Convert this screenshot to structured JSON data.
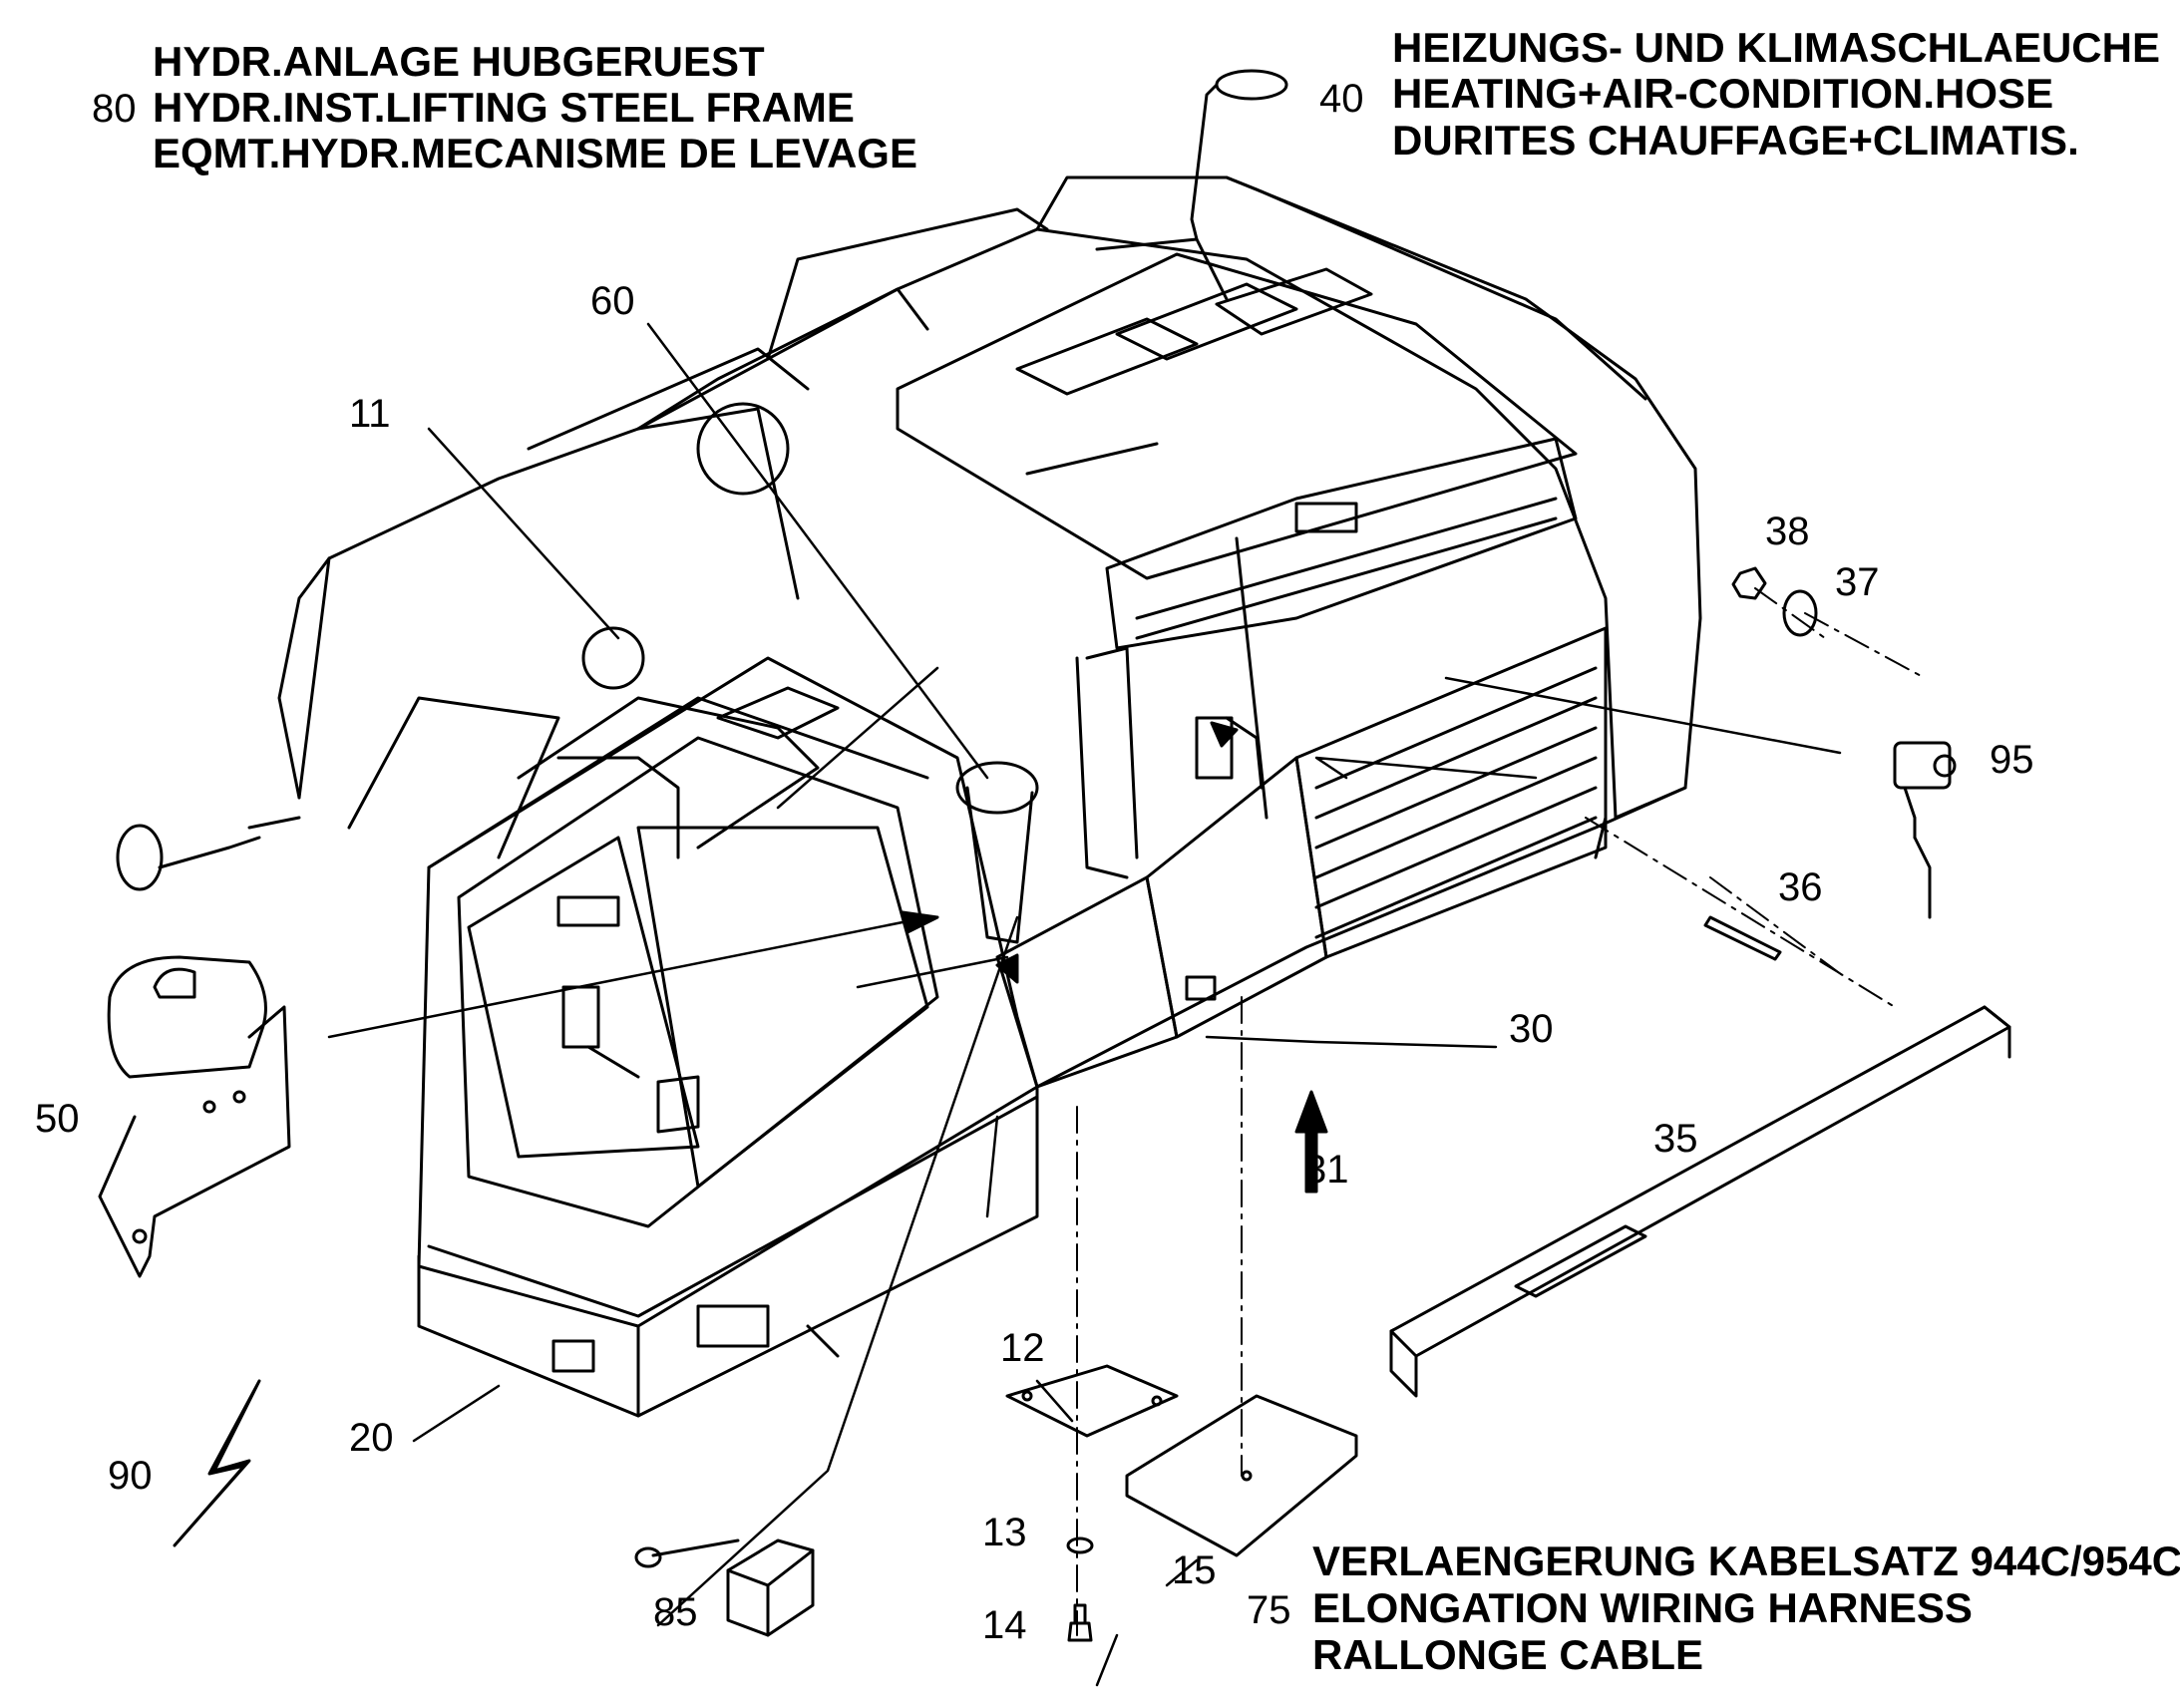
{
  "block_80": {
    "number": "80",
    "line_de": "HYDR.ANLAGE HUBGERUEST",
    "line_en": "HYDR.INST.LIFTING STEEL FRAME",
    "line_fr": "EQMT.HYDR.MECANISME DE LEVAGE"
  },
  "block_40": {
    "number": "40",
    "line_de": "HEIZUNGS- UND KLIMASCHLAEUCHE",
    "line_en": "HEATING+AIR-CONDITION.HOSE",
    "line_fr": "DURITES CHAUFFAGE+CLIMATIS."
  },
  "block_75": {
    "number": "75",
    "line_de": "VERLAENGERUNG KABELSATZ 944C/954C",
    "line_en": "ELONGATION WIRING HARNESS",
    "line_fr": "RALLONGE CABLE"
  },
  "callouts": {
    "c11": "11",
    "c60": "60",
    "c38": "38",
    "c37": "37",
    "c95": "95",
    "c36": "36",
    "c30": "30",
    "c31": "31",
    "c35": "35",
    "c50": "50",
    "c20": "20",
    "c90": "90",
    "c85": "85",
    "c12": "12",
    "c13": "13",
    "c14": "14",
    "c15": "15"
  }
}
